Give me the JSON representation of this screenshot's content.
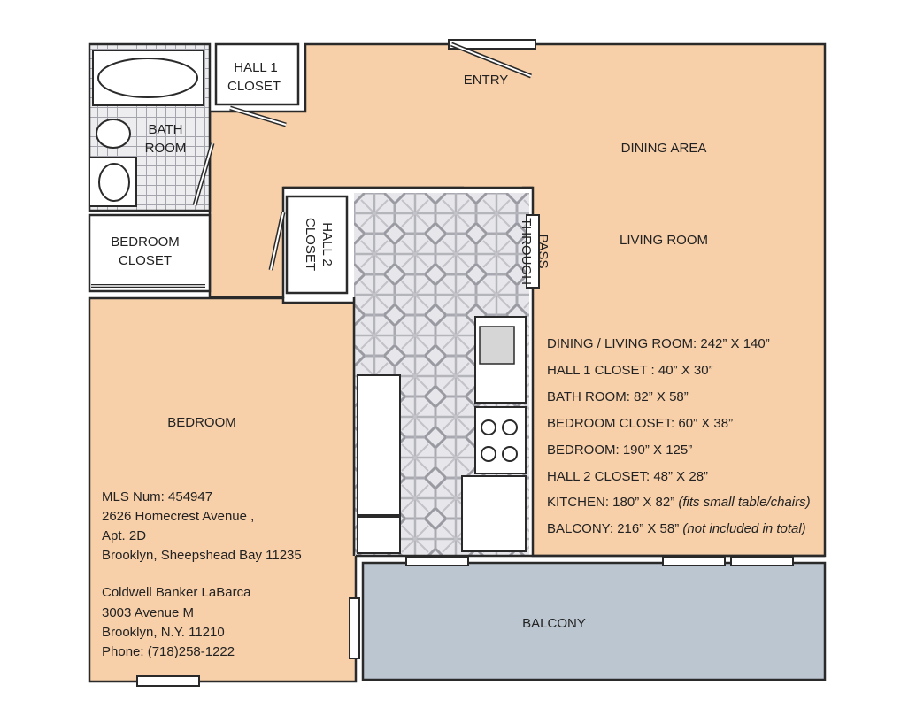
{
  "rooms": {
    "entry": "ENTRY",
    "hall1_closet": [
      "HALL 1",
      "CLOSET"
    ],
    "bath_room": [
      "BATH",
      "ROOM"
    ],
    "dining_area": "DINING AREA",
    "living_room": "LIVING ROOM",
    "hall2_closet": [
      "HALL 2",
      "CLOSET"
    ],
    "pass_through": [
      "PASS",
      "THROUGH"
    ],
    "bedroom_closet": [
      "BEDROOM",
      "CLOSET"
    ],
    "bedroom": "BEDROOM",
    "balcony": "BALCONY"
  },
  "dimensions": [
    {
      "text": "DINING / LIVING ROOM:  242” X 140”",
      "note": ""
    },
    {
      "text": "HALL 1  CLOSET : 40” X 30”",
      "note": ""
    },
    {
      "text": "BATH  ROOM: 82” X 58”",
      "note": ""
    },
    {
      "text": "BEDROOM CLOSET: 60” X 38”",
      "note": ""
    },
    {
      "text": "BEDROOM: 190” X 125”",
      "note": ""
    },
    {
      "text": "HALL 2 CLOSET: 48” X 28”",
      "note": ""
    },
    {
      "text": "KITCHEN: 180” X 82”",
      "note": "(fits small table/chairs)"
    },
    {
      "text": "BALCONY: 216” X 58”",
      "note": "(not included in total)"
    }
  ],
  "listing": {
    "mls": "MLS Num: 454947",
    "address1": "2626 Homecrest Avenue ,",
    "address2": "Apt. 2D",
    "address3": "Brooklyn, Sheepshead Bay  11235",
    "broker": "Coldwell Banker LaBarca",
    "broker_addr1": "3003 Avenue M",
    "broker_addr2": "Brooklyn, N.Y.    11210",
    "phone": "Phone: (718)258-1222"
  },
  "colors": {
    "room_fill": "#f7cfa9",
    "balcony_fill": "#bcc6d1",
    "wall": "#2a2a2a",
    "tile_grid": "#8d8d95",
    "kitchen_floor": "#e6e6ea",
    "lattice": "#9a9aa3"
  }
}
